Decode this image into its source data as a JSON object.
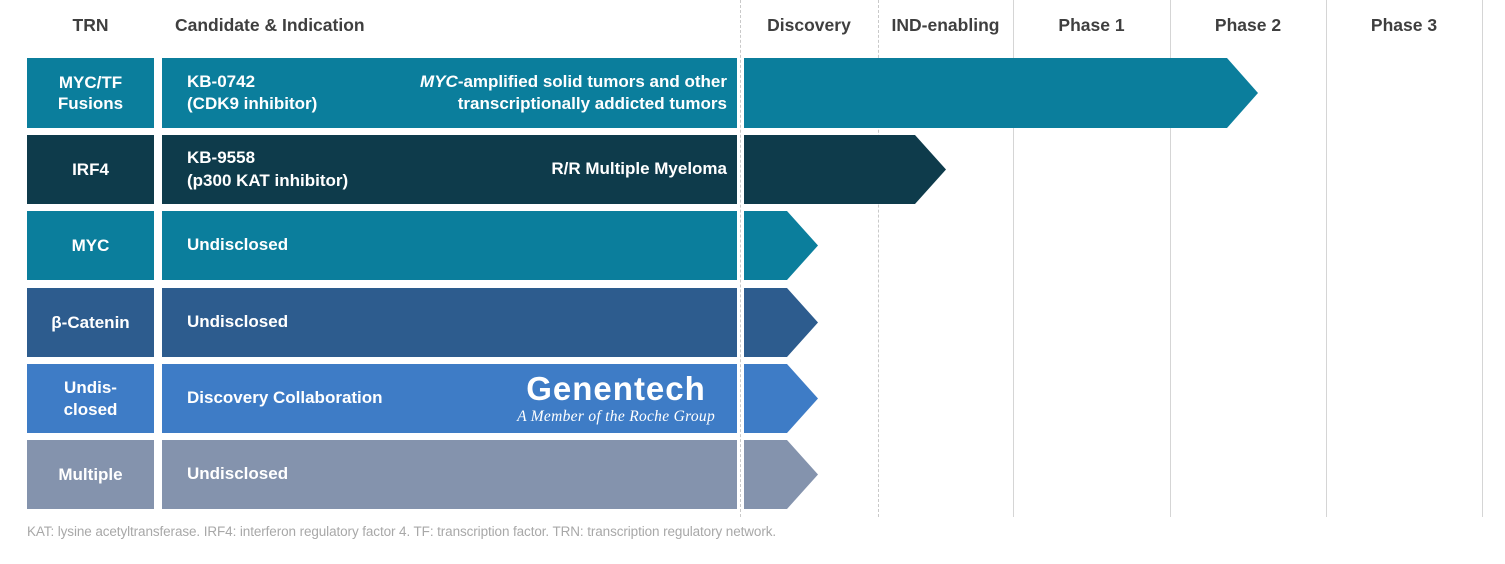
{
  "header": {
    "trn_label": "TRN",
    "candidate_label": "Candidate & Indication",
    "phase_labels": [
      "Discovery",
      "IND-enabling",
      "Phase 1",
      "Phase 2",
      "Phase 3"
    ]
  },
  "colors": {
    "teal": "#0b7e9c",
    "dark_teal": "#0e3b4b",
    "dark_blue": "#2d5c8e",
    "medium_blue": "#3e7cc6",
    "gray_blue": "#8493ad",
    "header_text": "#3f3f3f",
    "footnote_text": "#a8a8a8",
    "grid_line": "#d5d5d5"
  },
  "rows": [
    {
      "trn_line1": "MYC/TF",
      "trn_line2": "Fusions",
      "candidate_line1": "KB-0742",
      "candidate_line2": "(CDK9 inhibitor)",
      "indication_italic": "MYC",
      "indication_line1_rest": "-amplified solid tumors and other",
      "indication_line2": "transcriptionally addicted tumors",
      "color": "#0b7e9c"
    },
    {
      "trn": "IRF4",
      "candidate_line1": "KB-9558",
      "candidate_line2": "(p300 KAT inhibitor)",
      "indication": "R/R Multiple Myeloma",
      "color": "#0e3b4b"
    },
    {
      "trn": "MYC",
      "candidate": "Undisclosed",
      "color": "#0b7e9c"
    },
    {
      "trn": "β-Catenin",
      "candidate": "Undisclosed",
      "color": "#2d5c8e"
    },
    {
      "trn_line1": "Undis-",
      "trn_line2": "closed",
      "candidate": "Discovery Collaboration",
      "partner_logo": "Genentech",
      "partner_tagline": "A Member of the Roche Group",
      "color": "#3e7cc6"
    },
    {
      "trn": "Multiple",
      "candidate": "Undisclosed",
      "color": "#8493ad"
    }
  ],
  "footnote": "KAT: lysine acetyltransferase. IRF4: interferon regulatory factor 4. TF: transcription factor. TRN: transcription regulatory network.",
  "chart_data": {
    "type": "bar",
    "orientation": "horizontal-gantt",
    "stages": [
      "Discovery",
      "IND-enabling",
      "Phase 1",
      "Phase 2",
      "Phase 3"
    ],
    "programs": [
      {
        "trn": "MYC/TF Fusions",
        "candidate": "KB-0742 (CDK9 inhibitor)",
        "indication": "MYC-amplified solid tumors and other transcriptionally addicted tumors",
        "progress": "mid Phase 2"
      },
      {
        "trn": "IRF4",
        "candidate": "KB-9558 (p300 KAT inhibitor)",
        "indication": "R/R Multiple Myeloma",
        "progress": "mid IND-enabling"
      },
      {
        "trn": "MYC",
        "candidate": "Undisclosed",
        "indication": "",
        "progress": "early Discovery"
      },
      {
        "trn": "β-Catenin",
        "candidate": "Undisclosed",
        "indication": "",
        "progress": "early Discovery"
      },
      {
        "trn": "Undisclosed",
        "candidate": "Discovery Collaboration (Genentech, A Member of the Roche Group)",
        "indication": "",
        "progress": "early Discovery"
      },
      {
        "trn": "Multiple",
        "candidate": "Undisclosed",
        "indication": "",
        "progress": "early Discovery"
      }
    ],
    "legend_position": "none",
    "grid": "vertical stage dividers; Discovery and IND-enabling boundaries dashed, later phases solid"
  }
}
